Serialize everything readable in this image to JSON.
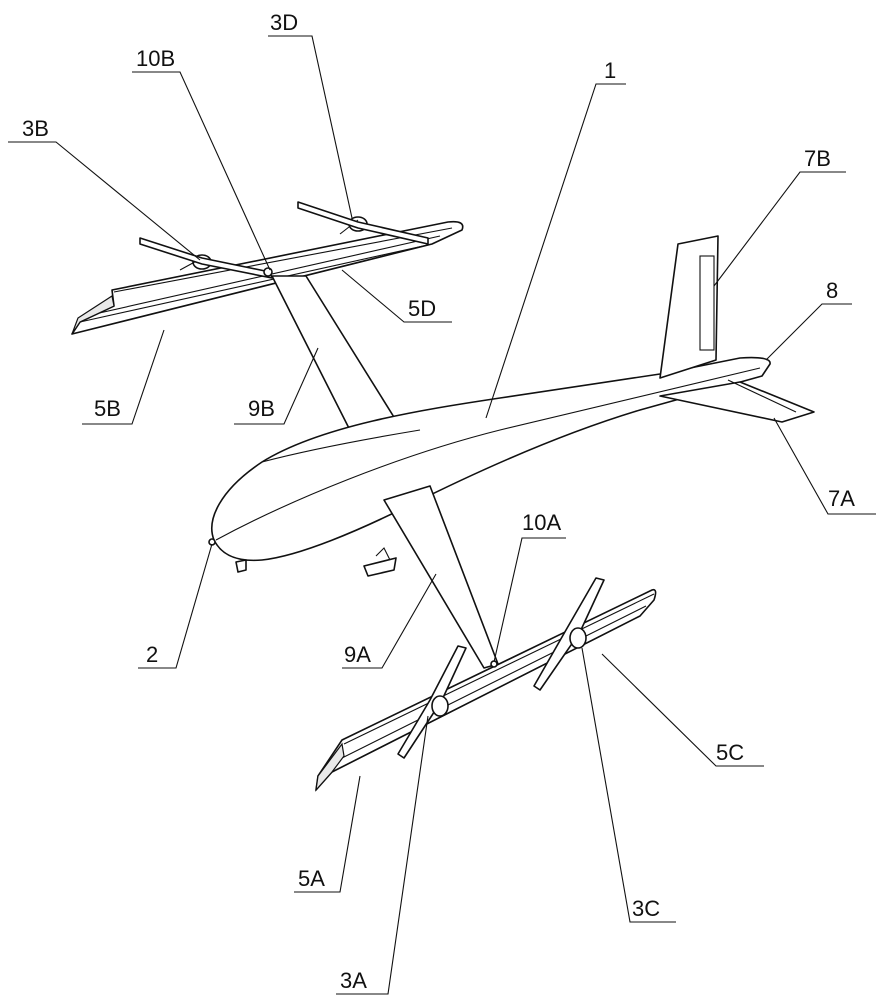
{
  "labels": {
    "l_3D": "3D",
    "l_10B": "10B",
    "l_3B": "3B",
    "l_1": "1",
    "l_7B": "7B",
    "l_8": "8",
    "l_5D": "5D",
    "l_5B": "5B",
    "l_9B": "9B",
    "l_7A": "7A",
    "l_10A": "10A",
    "l_2": "2",
    "l_9A": "9A",
    "l_5C": "5C",
    "l_5A": "5A",
    "l_3C": "3C",
    "l_3A": "3A"
  }
}
